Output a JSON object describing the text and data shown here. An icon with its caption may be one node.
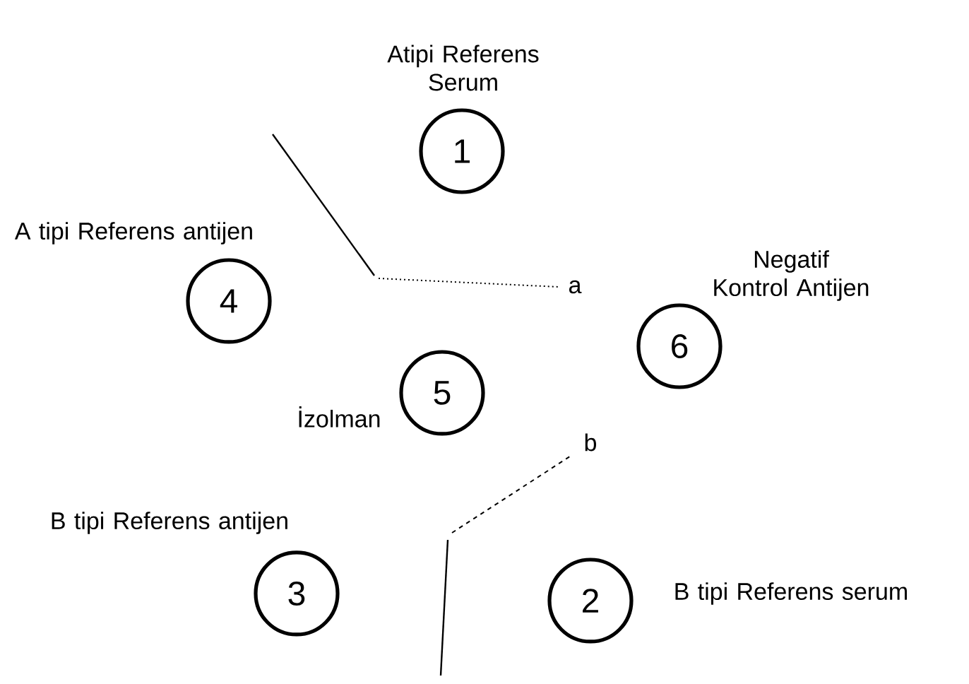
{
  "diagram": {
    "nodes": [
      {
        "text": [
          "1"
        ],
        "beside": [
          "Atipi Referens Serum"
        ]
      },
      {
        "text": [
          "4"
        ],
        "beside": [
          "A tipi Referens antijen"
        ]
      },
      {
        "text": [
          "6"
        ],
        "beside": [
          "Negatif Kontrol Antijen"
        ]
      },
      {
        "text": [
          "5"
        ],
        "beside": [
          "İzolman"
        ]
      },
      {
        "text": [
          "3"
        ],
        "beside": [
          "B tipi Referens antijen"
        ]
      },
      {
        "text": [
          "2"
        ],
        "beside": [
          "B tipi Referens serum"
        ]
      }
    ],
    "labels": [
      "a",
      "b"
    ]
  }
}
